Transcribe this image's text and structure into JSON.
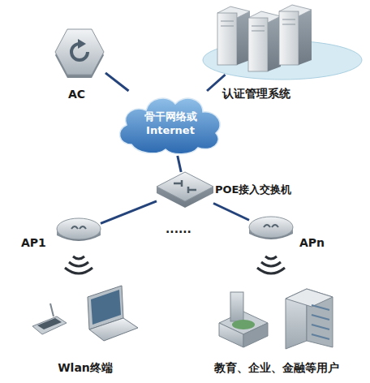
{
  "diagram": {
    "nodes": [
      {
        "text": [
          "AC"
        ]
      },
      {
        "text": [
          "认证管理系统"
        ]
      },
      {
        "text": [
          "骨干网络或 Internet"
        ]
      },
      {
        "text": [
          "POE接入交换机"
        ]
      },
      {
        "text": [
          "AP1"
        ]
      },
      {
        "text": [
          "APn"
        ]
      },
      {
        "text": [
          "Wlan终端"
        ]
      },
      {
        "text": [
          "教育、企业、金融等用户"
        ]
      }
    ],
    "edges": [
      {
        "from": 0,
        "to": 2,
        "arrow": "none"
      },
      {
        "from": 1,
        "to": 2,
        "arrow": "none"
      },
      {
        "from": 2,
        "to": 3,
        "arrow": "none"
      },
      {
        "from": 3,
        "to": 4,
        "arrow": "none"
      },
      {
        "from": 3,
        "to": 5,
        "arrow": "none"
      }
    ],
    "labels": [
      "......"
    ]
  }
}
